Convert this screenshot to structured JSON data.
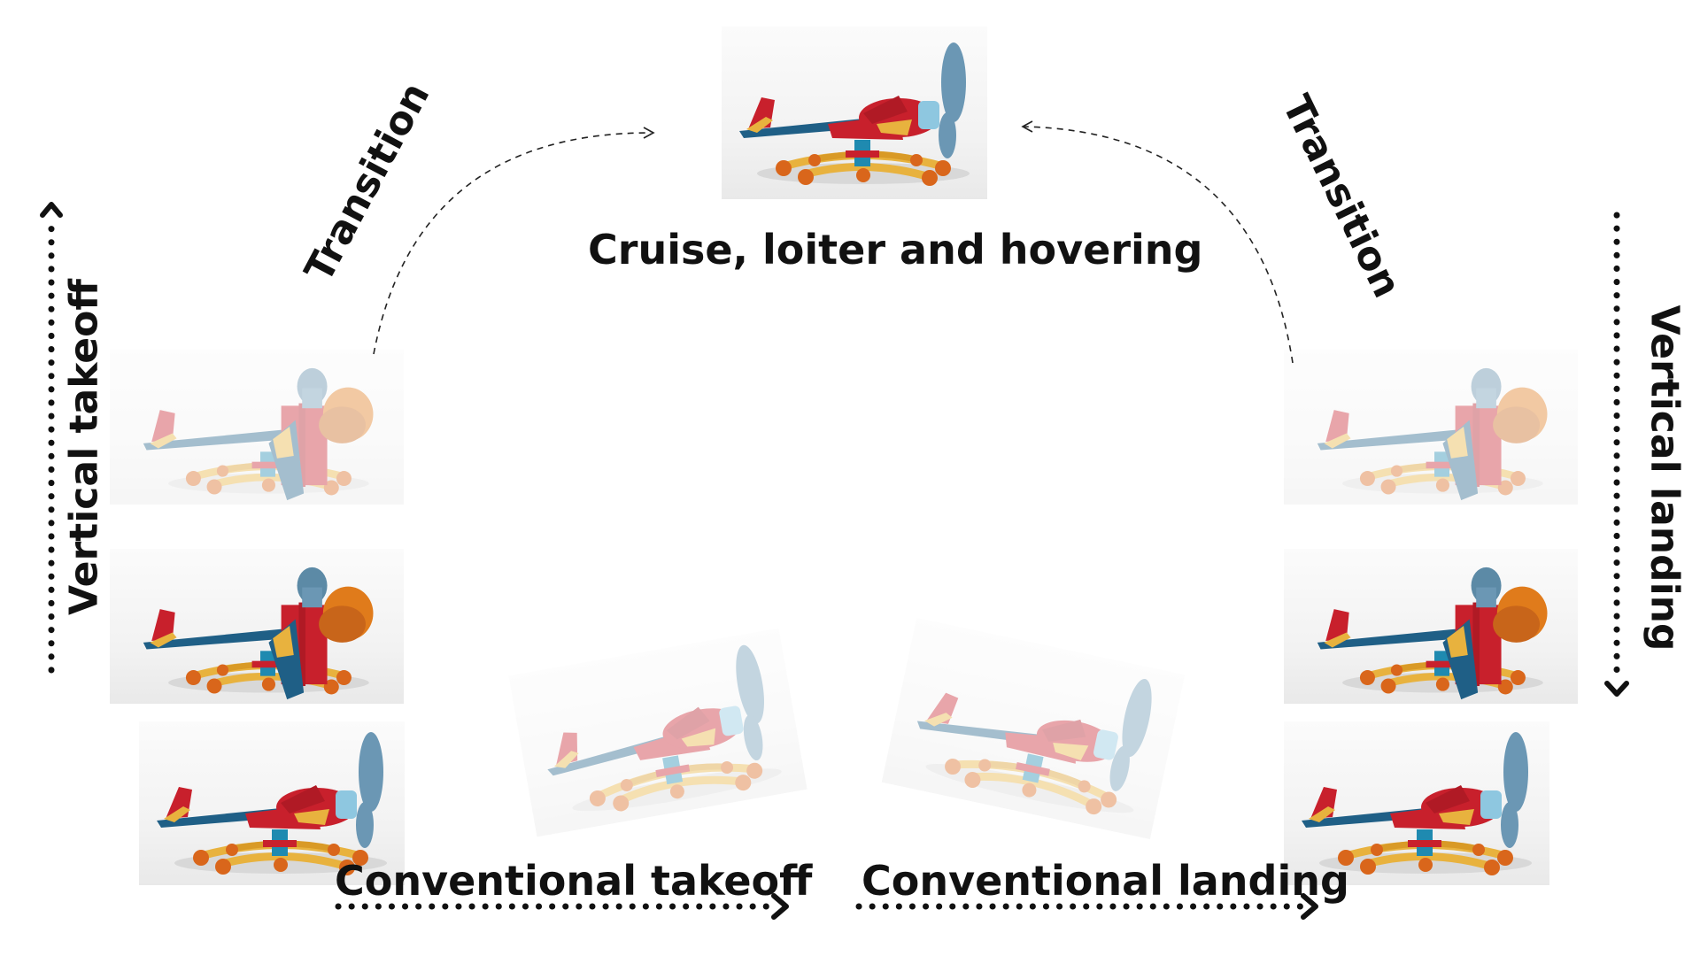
{
  "diagram": {
    "center_label": "Cruise, loiter and hovering",
    "transition_left": "Transition",
    "transition_right": "Transition",
    "vertical_takeoff": "Vertical takeoff",
    "vertical_landing": "Vertical landing",
    "conventional_takeoff": "Conventional takeoff",
    "conventional_landing": "Conventional landing"
  },
  "colors": {
    "fuselage_blue": "#1f5f86",
    "wing_red": "#c8202c",
    "propeller_blue": "#6b97b4",
    "landing_gear_yellow": "#e8b23e",
    "wheel_orange": "#d9661b",
    "rotor_orange": "#e07b1b",
    "arrow": "#111111"
  }
}
